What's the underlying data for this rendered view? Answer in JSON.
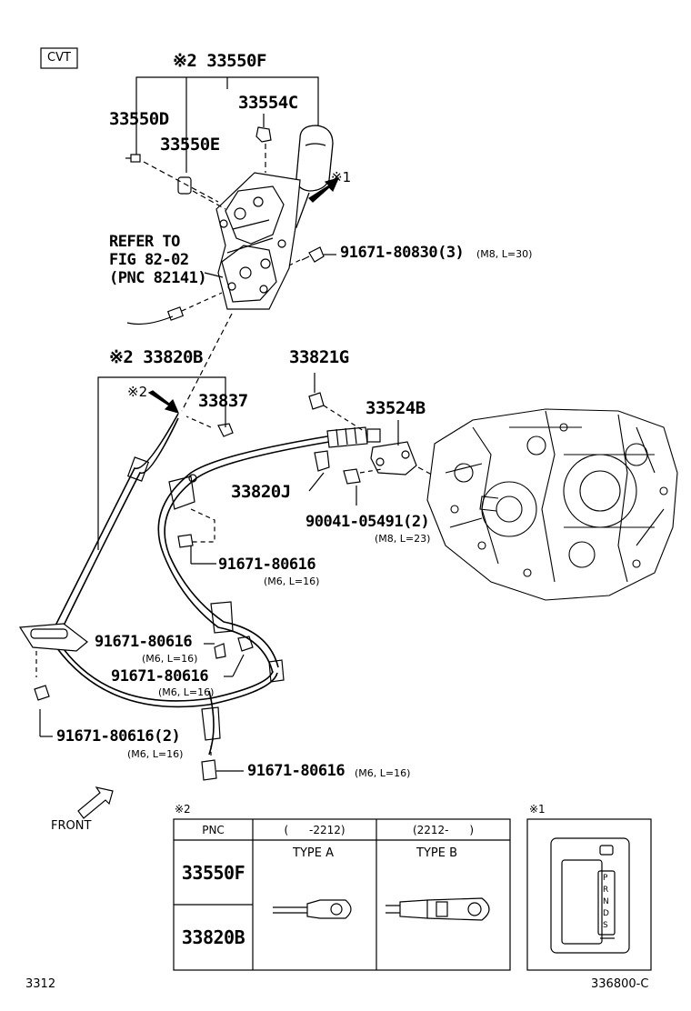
{
  "header": {
    "tag": "CVT"
  },
  "labels": {
    "p_33550F": "※2 33550F",
    "p_33550D": "33550D",
    "p_33554C": "33554C",
    "p_33550E": "33550E",
    "mark1": "※1",
    "refer_1": "REFER TO",
    "refer_2": "FIG 82-02",
    "refer_3": "(PNC 82141)",
    "p_91671_80830": "91671-80830(3)",
    "p_91671_80830_spec": "(M8, L=30)",
    "p_33820B": "※2 33820B",
    "p_33821G": "33821G",
    "mark2": "※2",
    "p_33837": "33837",
    "p_33524B": "33524B",
    "p_33820J": "33820J",
    "p_90041": "90041-05491(2)",
    "p_90041_spec": "(M8, L=23)",
    "p_91671_a": "91671-80616",
    "p_91671_a_spec": "(M6, L=16)",
    "p_91671_b": "91671-80616",
    "p_91671_b_spec": "(M6, L=16)",
    "p_91671_c": "91671-80616",
    "p_91671_c_spec": "(M6, L=16)",
    "p_91671_d": "91671-80616(2)",
    "p_91671_d_spec": "(M6, L=16)",
    "p_91671_e": "91671-80616",
    "p_91671_e_spec": "(M6, L=16)",
    "front": "FRONT"
  },
  "table2": {
    "mark": "※2",
    "col_pnc": "PNC",
    "col_a": "(      -2212)",
    "col_b": "(2212-      )",
    "type_a": "TYPE A",
    "type_b": "TYPE B",
    "row1": "33550F",
    "row2": "33820B"
  },
  "inset1": {
    "mark": "※1",
    "letters": [
      "P",
      "R",
      "N",
      "D",
      "S"
    ]
  },
  "footer": {
    "page": "3312",
    "code": "336800-C"
  }
}
